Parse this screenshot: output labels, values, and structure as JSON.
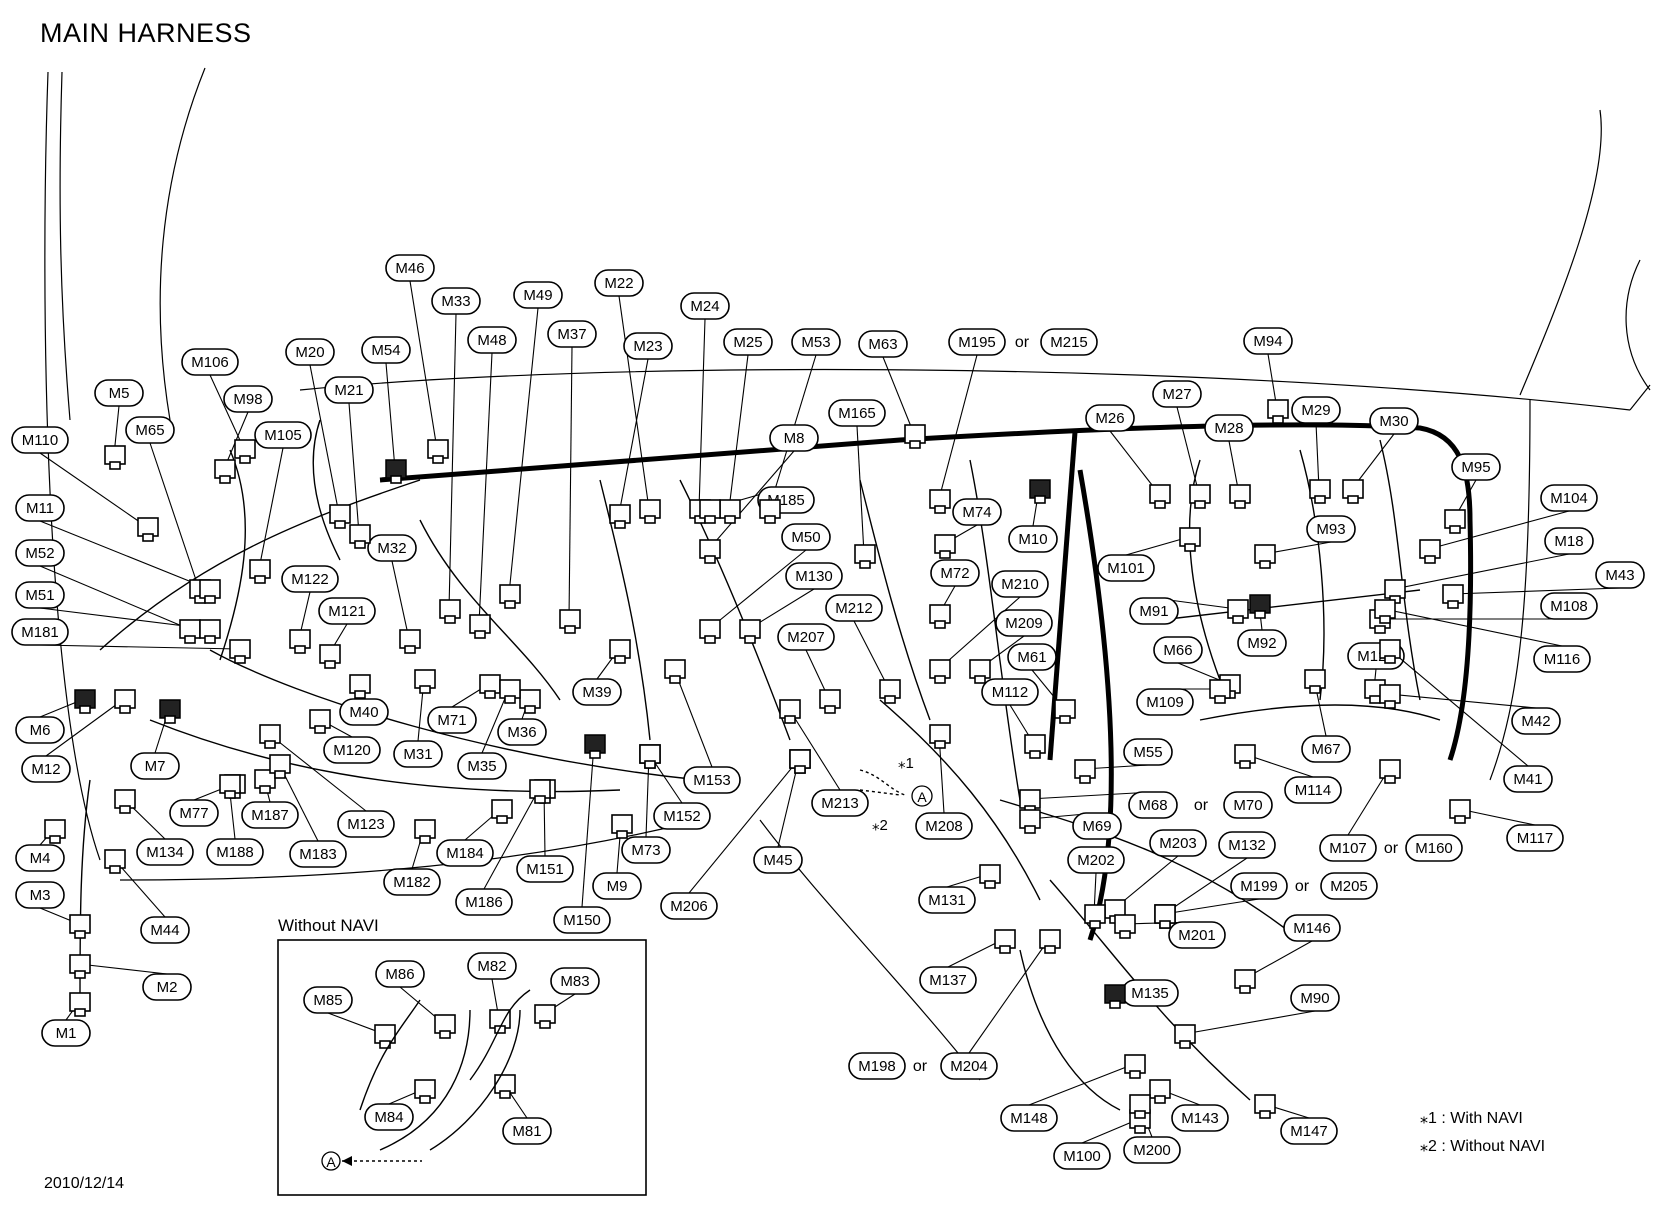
{
  "title": "MAIN HARNESS",
  "date": "2010/12/14",
  "inset": {
    "title": "Without NAVI",
    "marker": "A"
  },
  "notes": {
    "with_navi": "⁎1 : With NAVI",
    "without_navi": "⁎2 : Without NAVI"
  },
  "callout_marker": "A",
  "star_labels": [
    "⁎1",
    "⁎2"
  ],
  "connector_labels": [
    "M46",
    "M33",
    "M49",
    "M22",
    "M24",
    "M48",
    "M37",
    "M23",
    "M25",
    "M53",
    "M63",
    "M195",
    "M215",
    "M94",
    "M106",
    "M20",
    "M54",
    "M21",
    "M5",
    "M98",
    "M65",
    "M105",
    "M110",
    "M8",
    "M165",
    "M26",
    "M27",
    "M28",
    "M29",
    "M30",
    "M95",
    "M11",
    "M185",
    "M74",
    "M10",
    "M101",
    "M93",
    "M104",
    "M52",
    "M32",
    "M50",
    "M130",
    "M72",
    "M210",
    "M91",
    "M18",
    "M43",
    "M122",
    "M121",
    "M51",
    "M181",
    "M212",
    "M207",
    "M209",
    "M66",
    "M92",
    "M108",
    "M116",
    "M125",
    "M61",
    "M112",
    "M109",
    "M42",
    "M40",
    "M71",
    "M36",
    "M39",
    "M6",
    "M120",
    "M31",
    "M35",
    "M153",
    "M55",
    "M67",
    "M114",
    "M41",
    "M12",
    "M7",
    "M77",
    "M187",
    "M123",
    "M152",
    "M213",
    "M208",
    "M68",
    "M70",
    "M69",
    "M107",
    "M160",
    "M117",
    "M4",
    "M134",
    "M188",
    "M183",
    "M182",
    "M184",
    "M151",
    "M73",
    "M206",
    "M45",
    "M203",
    "M132",
    "M202",
    "M199",
    "M205",
    "M3",
    "M44",
    "M186",
    "M9",
    "M150",
    "M131",
    "M201",
    "M146",
    "M2",
    "M137",
    "M135",
    "M90",
    "M1",
    "M198",
    "M204",
    "M148",
    "M143",
    "M147",
    "M100",
    "M200",
    "M86",
    "M82",
    "M83",
    "M85",
    "M84",
    "M81"
  ],
  "or_word": "or"
}
